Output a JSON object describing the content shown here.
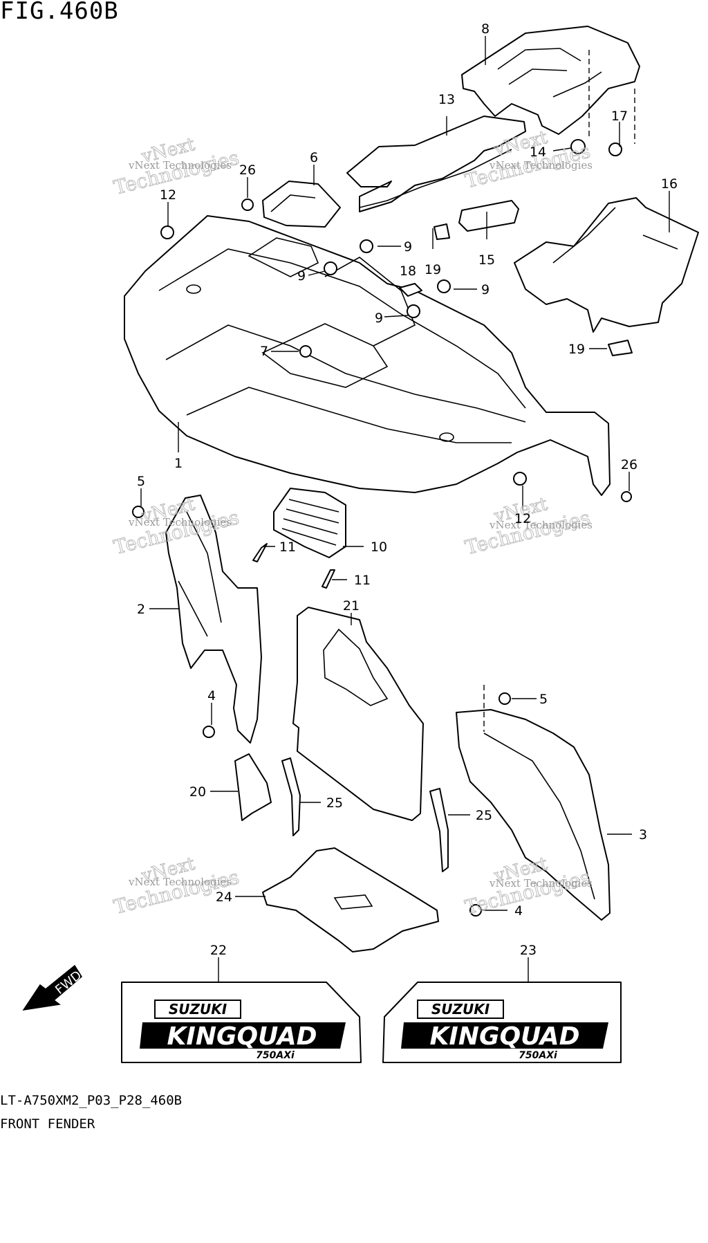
{
  "figure": {
    "title": "FIG.460B",
    "model_code": "LT-A750XM2_P03_P28_460B",
    "section_name": "FRONT FENDER"
  },
  "watermark": {
    "line1": "vNext",
    "line2": "Technologies",
    "small": "vNext Technologies"
  },
  "fwd_arrow": {
    "label": "FWD"
  },
  "decals": {
    "brand": "SUZUKI",
    "model": "KINGQUAD",
    "sub": "750AXi"
  },
  "callouts": [
    "8",
    "13",
    "14",
    "17",
    "6",
    "26",
    "12",
    "9",
    "9",
    "18",
    "19",
    "15",
    "16",
    "9",
    "9",
    "19",
    "7",
    "1",
    "26",
    "12",
    "5",
    "11",
    "10",
    "11",
    "2",
    "21",
    "4",
    "5",
    "20",
    "25",
    "25",
    "3",
    "24",
    "4",
    "22",
    "23"
  ]
}
